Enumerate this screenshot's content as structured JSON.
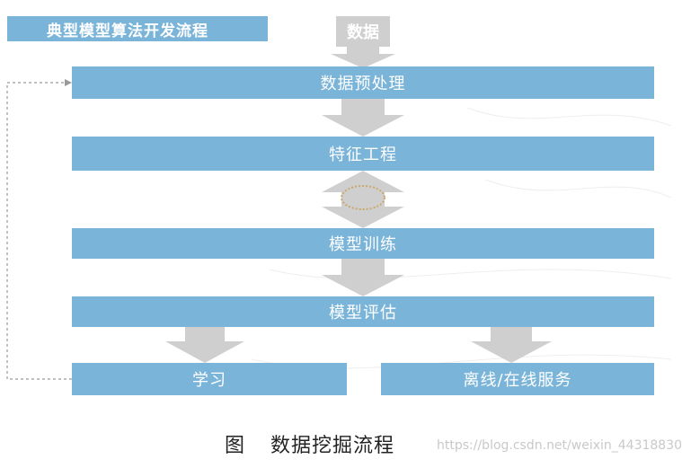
{
  "header": {
    "title": "典型模型算法开发流程",
    "input_label": "数据"
  },
  "steps": {
    "preprocess": "数据预处理",
    "feature": "特征工程",
    "training": "模型训练",
    "evaluation": "模型评估",
    "learning": "学习",
    "serving": "离线/在线服务"
  },
  "caption": {
    "prefix": "图",
    "text": "数据挖掘流程"
  },
  "watermark": "https://blog.csdn.net/weixin_44318830",
  "colors": {
    "bar": "#7ab4d9",
    "arrow": "#cfcfcf",
    "feedback_line": "#9a9a9a"
  }
}
